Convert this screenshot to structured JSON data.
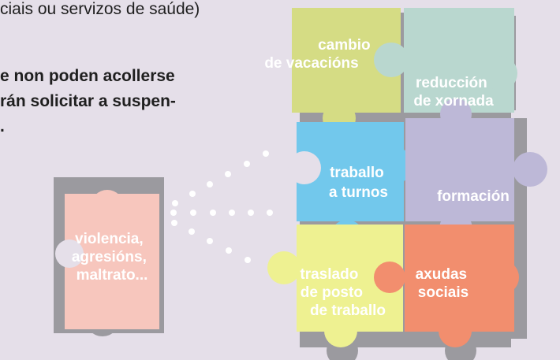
{
  "text": {
    "line_top": "ciais ou servizos de saúde)",
    "line_bold_1": "e non poden acollerse",
    "line_bold_2": "rán solicitar a suspen-",
    "line_bold_3": "."
  },
  "pieces": {
    "cambio": [
      "cambio",
      "de vacacións"
    ],
    "reduccion": [
      "reducción",
      "de xornada"
    ],
    "traballo": [
      "traballo",
      "a turnos"
    ],
    "formacion": [
      "formación"
    ],
    "traslado": [
      "traslado",
      "de posto",
      "de traballo"
    ],
    "axudas": [
      "axudas",
      "sociais"
    ],
    "violencia": [
      "violencia,",
      "agresións,",
      "maltrato..."
    ]
  },
  "colors": {
    "background": "#e5dfe9",
    "cambio": "#d5dc84",
    "reduccion": "#b9d7cf",
    "traballo": "#72c8ec",
    "formacion": "#bdb8d7",
    "traslado": "#eef191",
    "axudas": "#f28e6e",
    "violencia": "#f7c6bd",
    "shadow": "#9b9a9f"
  }
}
